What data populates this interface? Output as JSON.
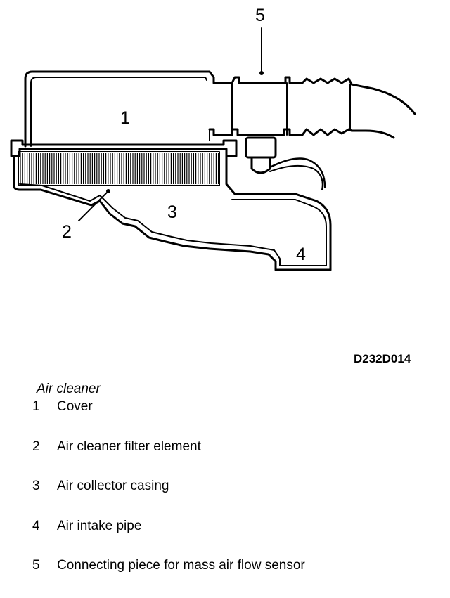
{
  "diagram": {
    "callouts": [
      "1",
      "2",
      "3",
      "4",
      "5"
    ],
    "code": "D232D014"
  },
  "legend": {
    "title": "Air cleaner",
    "items": [
      {
        "num": "1",
        "label": "Cover"
      },
      {
        "num": "2",
        "label": "Air cleaner filter element"
      },
      {
        "num": "3",
        "label": "Air collector casing"
      },
      {
        "num": "4",
        "label": "Air intake pipe"
      },
      {
        "num": "5",
        "label": "Connecting piece for mass air flow sensor"
      }
    ]
  }
}
